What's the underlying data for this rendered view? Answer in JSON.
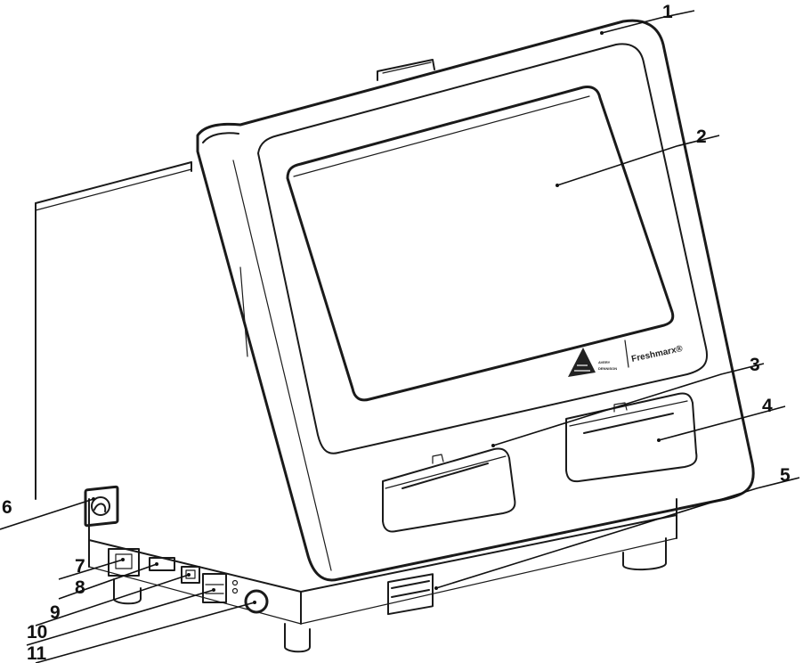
{
  "brand": {
    "name": "Freshmarx®",
    "logo_icon": "avery-dennison-triangle-logo",
    "logo_text_line1": "AVERY",
    "logo_text_line2": "DENNISON"
  },
  "callouts": [
    {
      "label": "1"
    },
    {
      "label": "2"
    },
    {
      "label": "3"
    },
    {
      "label": "4"
    },
    {
      "label": "5"
    },
    {
      "label": "6"
    },
    {
      "label": "7"
    },
    {
      "label": "8"
    },
    {
      "label": "9"
    },
    {
      "label": "10"
    },
    {
      "label": "11"
    }
  ]
}
